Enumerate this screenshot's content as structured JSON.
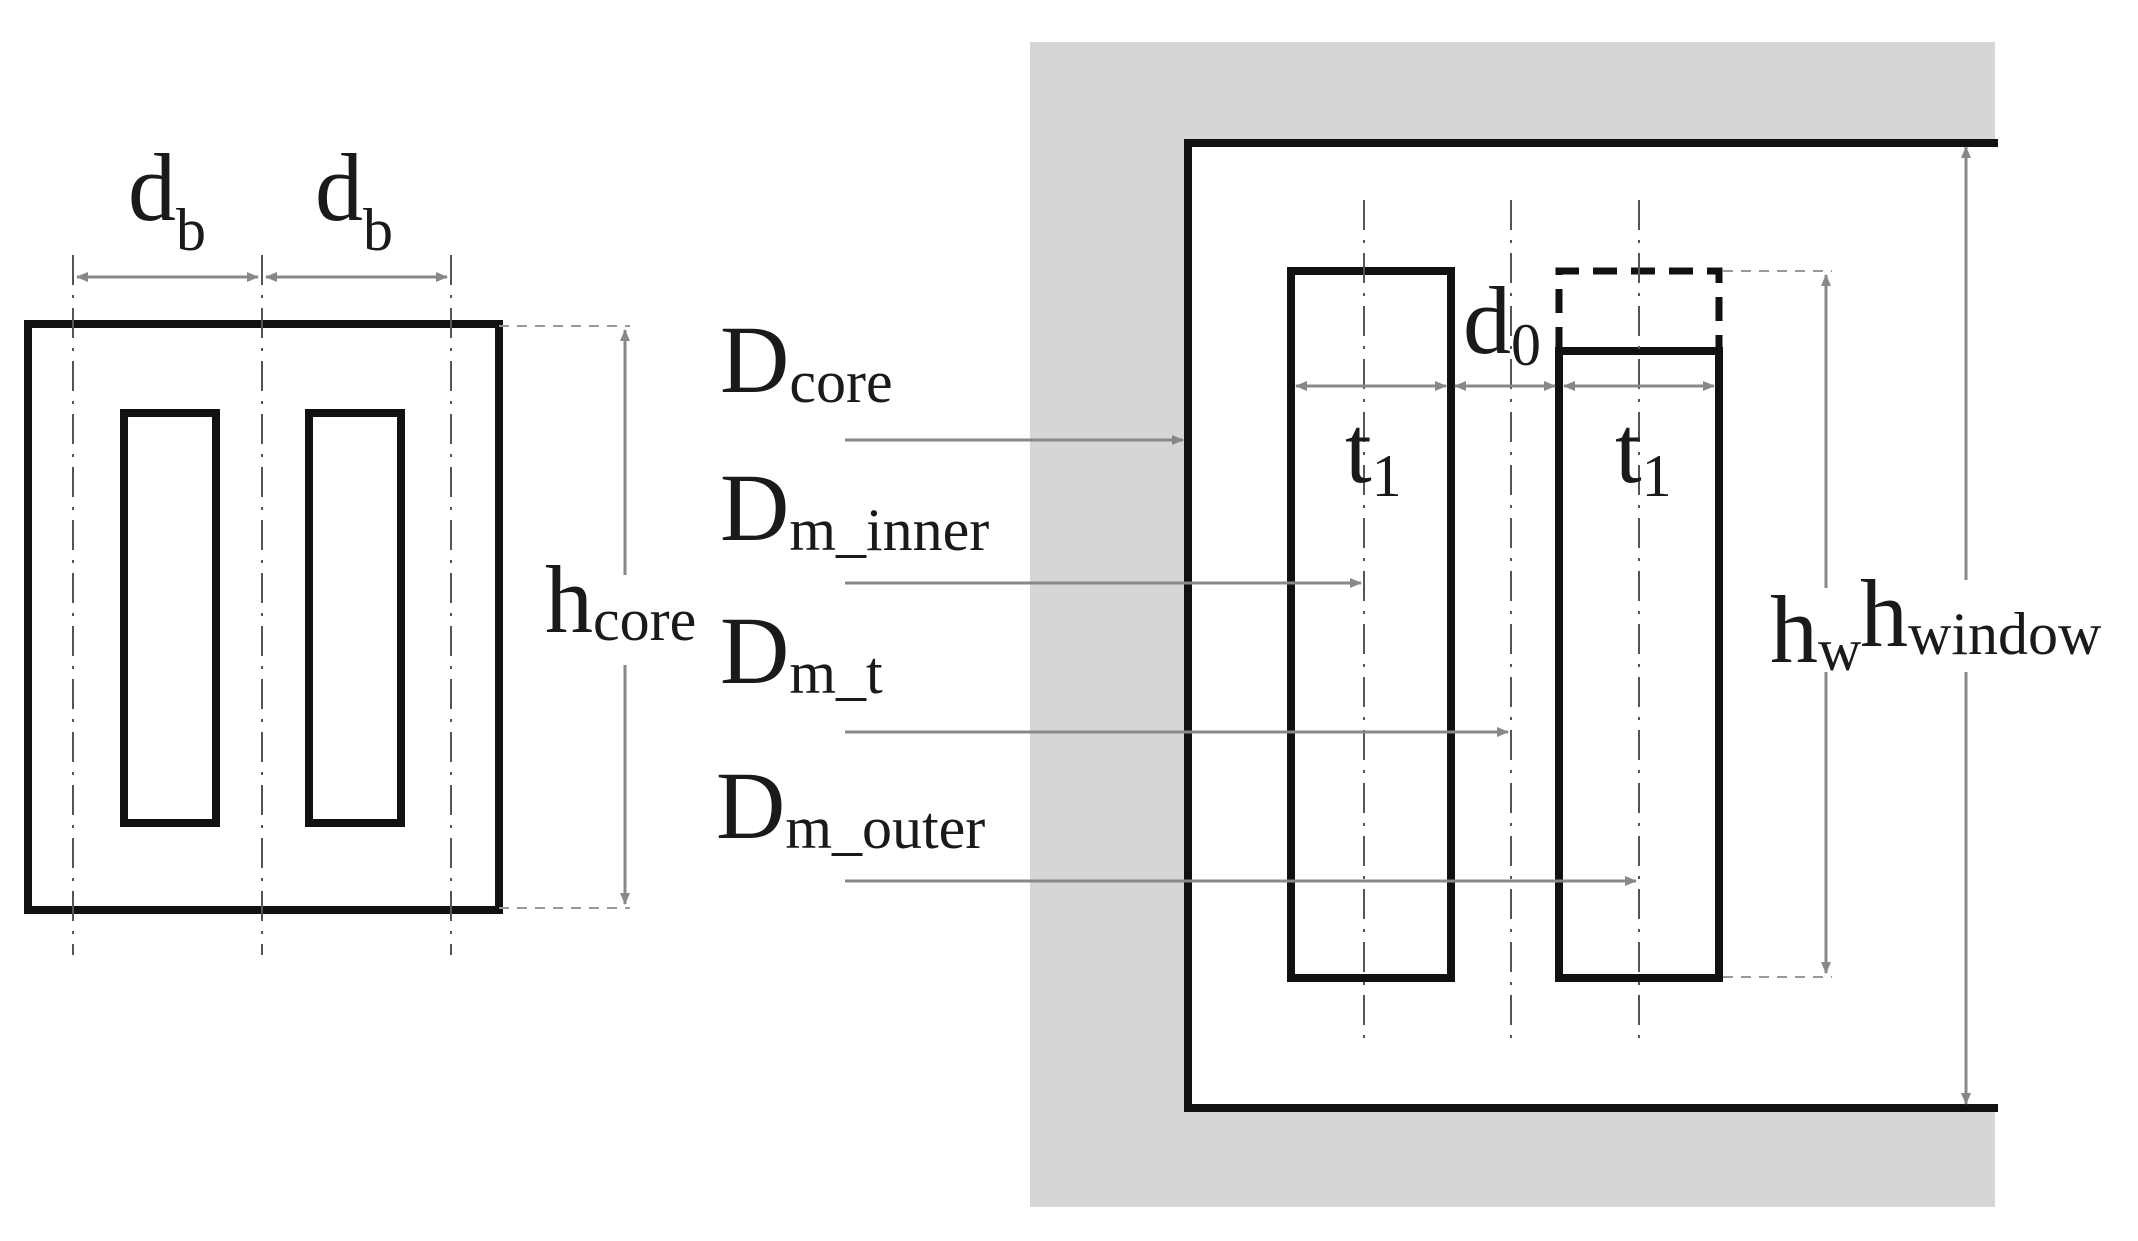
{
  "colors": {
    "core_background": "#d6d6d6",
    "outline": "#111111",
    "dimension_line": "#888888"
  },
  "labels": {
    "db_left": {
      "main": "d",
      "sub": "b"
    },
    "db_right": {
      "main": "d",
      "sub": "b"
    },
    "h_core": {
      "main": "h",
      "sub": "core"
    },
    "D_core": {
      "main": "D",
      "sub": "core"
    },
    "D_m_inner": {
      "main": "D",
      "sub": "m_inner"
    },
    "D_m_t": {
      "main": "D",
      "sub": "m_t"
    },
    "D_m_outer": {
      "main": "D",
      "sub": "m_outer"
    },
    "d0": {
      "main": "d",
      "sub": "0"
    },
    "t1_left": {
      "main": "t",
      "sub": "1"
    },
    "t1_right": {
      "main": "t",
      "sub": "1"
    },
    "h_w": {
      "main": "h",
      "sub": "w"
    },
    "h_window": {
      "main": "h",
      "sub": "window"
    }
  }
}
